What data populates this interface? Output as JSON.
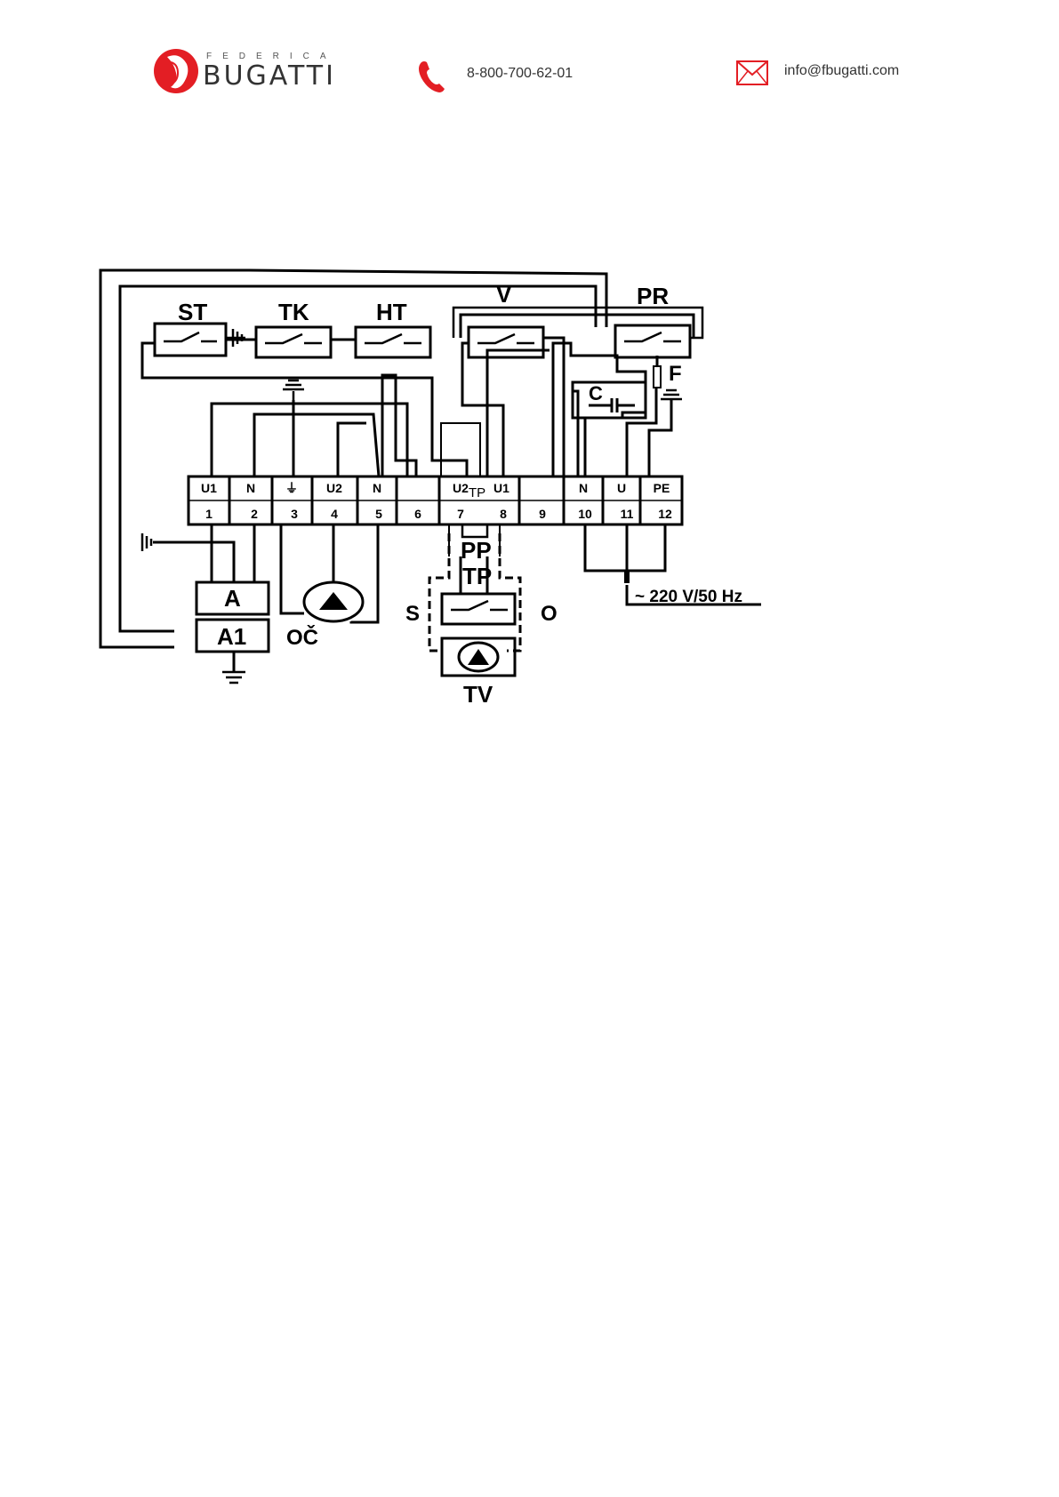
{
  "header": {
    "brand_small": "FEDERICA",
    "brand_main": "BUGATTI",
    "phone": "8-800-700-62-01",
    "email": "info@fbugatti.com"
  },
  "colors": {
    "accent": "#e31e24",
    "line": "#000000"
  },
  "icons": [
    "brand-logo-icon",
    "phone-icon",
    "mail-icon"
  ],
  "diagram": {
    "components": {
      "st": "ST",
      "tk": "TK",
      "ht": "HT",
      "v": "V",
      "pr": "PR",
      "c": "C",
      "f": "F",
      "a": "A",
      "a1": "A1",
      "oc": "OČ",
      "pp": "PP",
      "tp": "TP",
      "tp_small": "TP",
      "s": "S",
      "o": "O",
      "tv": "TV",
      "supply": "~ 220 V/50 Hz"
    },
    "terminal_labels": [
      "U1",
      "N",
      "⏚",
      "U2",
      "N",
      "",
      "U2",
      "U1",
      "",
      "N",
      "U",
      "PE"
    ],
    "terminal_numbers": [
      "1",
      "2",
      "3",
      "4",
      "5",
      "6",
      "7",
      "8",
      "9",
      "10",
      "11",
      "12"
    ]
  }
}
